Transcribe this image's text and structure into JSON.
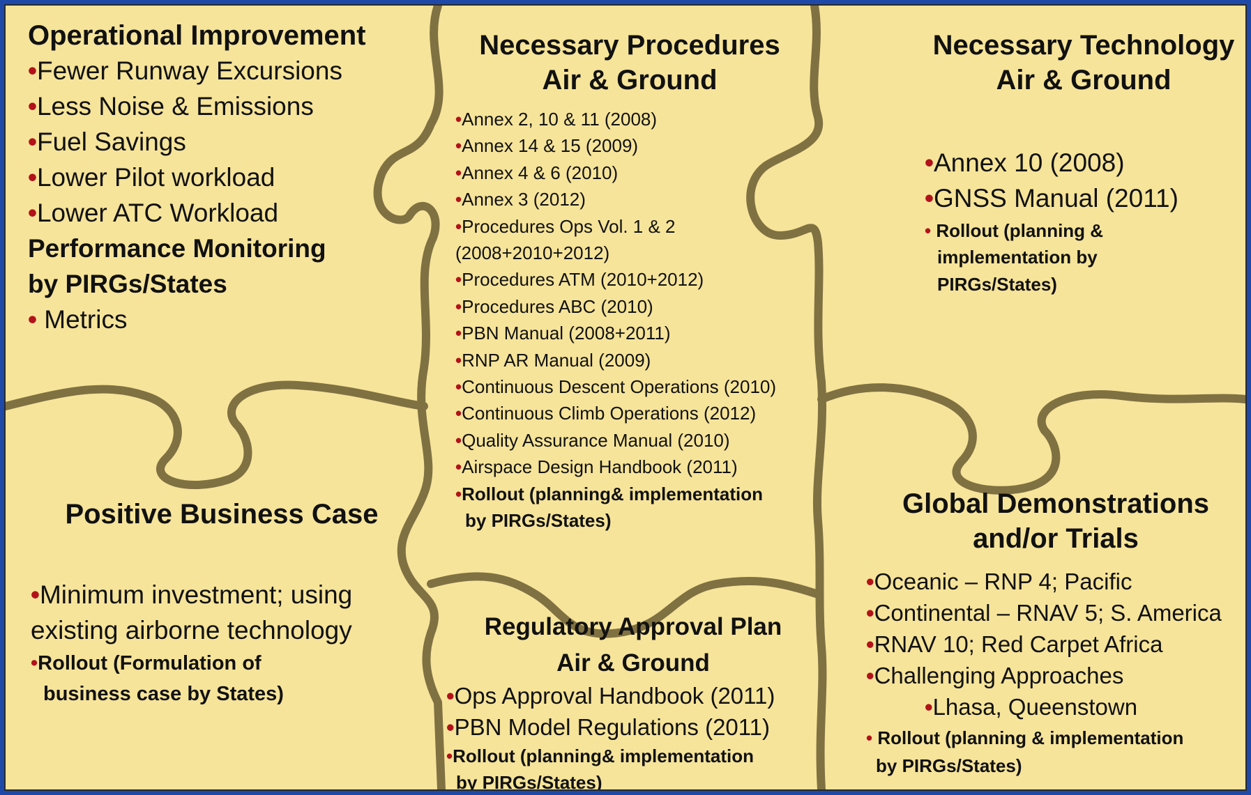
{
  "colors": {
    "frame": "#1f49a8",
    "board": "#f6e49a",
    "bullet": "#b2121a",
    "seam": "#6b5d33"
  },
  "operational": {
    "title": "Operational Improvement",
    "items": [
      "Fewer Runway Excursions",
      "Less Noise & Emissions",
      "Fuel Savings",
      "Lower Pilot workload",
      "Lower ATC Workload"
    ],
    "monitoring_title_1": "Performance Monitoring",
    "monitoring_title_2": "by PIRGs/States",
    "monitoring_item": " Metrics"
  },
  "procedures": {
    "title_1": "Necessary Procedures",
    "title_2": "Air & Ground",
    "items": [
      "Annex 2, 10 & 11 (2008)",
      "Annex 14 & 15 (2009)",
      "Annex 4 & 6 (2010)",
      "Annex 3 (2012)",
      "Procedures Ops Vol. 1 & 2",
      "Procedures ATM (2010+2012)",
      "Procedures ABC (2010)",
      "PBN Manual (2008+2011)",
      "RNP AR Manual (2009)",
      "Continuous Descent Operations (2010)",
      "Continuous Climb Operations (2012)",
      "Quality Assurance Manual (2010)",
      "Airspace Design Handbook (2011)"
    ],
    "ops_continuation": "(2008+2010+2012)",
    "rollout_1": "Rollout  (planning& implementation",
    "rollout_2": "by PIRGs/States)"
  },
  "technology": {
    "title_1": "Necessary Technology",
    "title_2": "Air & Ground",
    "items": [
      "Annex 10 (2008)",
      "GNSS Manual (2011)"
    ],
    "rollout_1": " Rollout  (planning &",
    "rollout_2": "implementation  by",
    "rollout_3": "PIRGs/States"
  },
  "business": {
    "title": "Positive Business Case",
    "item_1": "Minimum investment; using",
    "item_1b": "existing airborne technology",
    "rollout_1": "Rollout (Formulation of",
    "rollout_2": "business case by States)"
  },
  "regulatory": {
    "title_1": "Regulatory Approval Plan",
    "title_2": "Air & Ground",
    "items": [
      "Ops Approval Handbook (2011)",
      "PBN Model Regulations (2011)"
    ],
    "rollout_1": "Rollout  (planning& implementation",
    "rollout_2": "by PIRGs/States)"
  },
  "global": {
    "title_1": "Global Demonstrations",
    "title_2": "and/or Trials",
    "items": [
      "Oceanic – RNP 4; Pacific",
      "Continental – RNAV 5; S. America",
      "RNAV 10; Red Carpet Africa",
      "Challenging Approaches"
    ],
    "sub_item": "Lhasa, Queenstown",
    "rollout_1": " Rollout  (planning &  implementation",
    "rollout_2": "by PIRGs/States)"
  }
}
